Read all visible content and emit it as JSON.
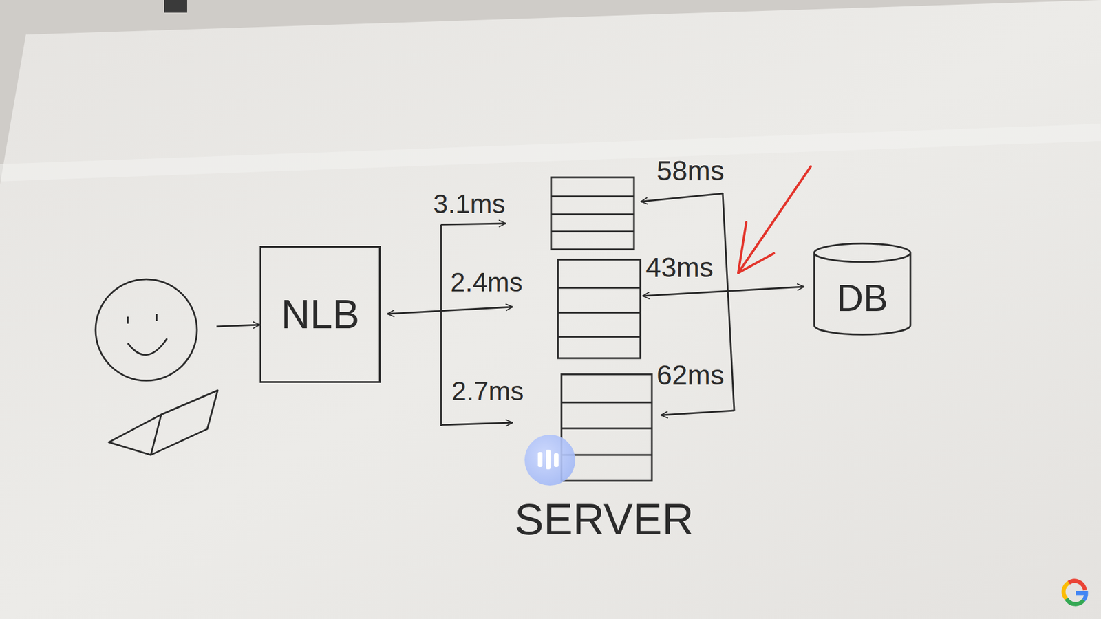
{
  "diagram": {
    "nodes": [
      {
        "text": [
          "NLB"
        ]
      },
      {
        "text": [
          "DB"
        ]
      }
    ],
    "labels": [
      "3.1ms",
      "2.4ms",
      "2.7ms",
      "58ms",
      "43ms",
      "62ms",
      "SERVER"
    ]
  }
}
